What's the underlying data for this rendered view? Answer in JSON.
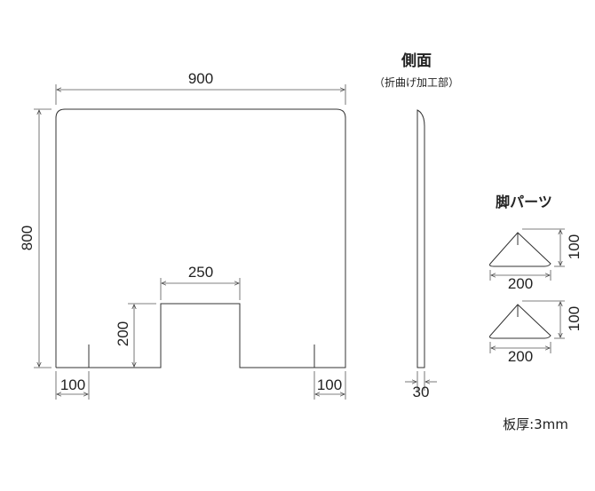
{
  "front": {
    "width": "900",
    "height": "800",
    "opening_width": "250",
    "opening_height": "200",
    "foot_left": "100",
    "foot_right": "100"
  },
  "side": {
    "title": "側面",
    "subtitle": "（折曲げ加工部）",
    "thickness": "30"
  },
  "feet": {
    "title": "脚パーツ",
    "parts": [
      {
        "width": "200",
        "height": "100"
      },
      {
        "width": "200",
        "height": "100"
      }
    ]
  },
  "material": {
    "thickness_label": "板厚:3mm"
  }
}
